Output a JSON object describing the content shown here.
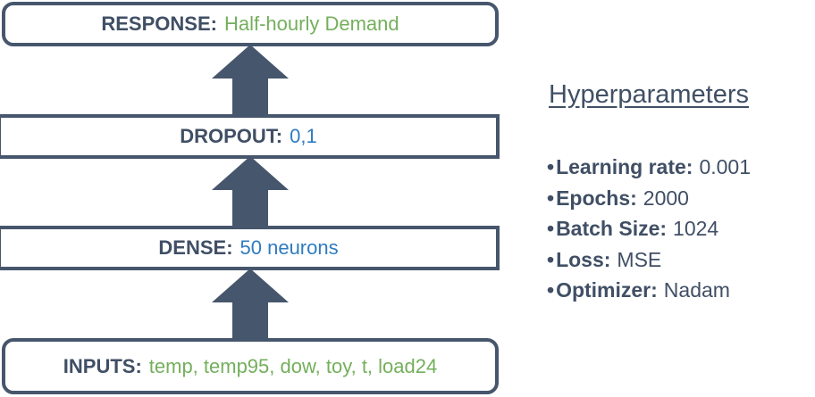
{
  "colors": {
    "dark_text": "#404F65",
    "outline": "#46566C",
    "green": "#74AF5C",
    "blue": "#2F7BBF"
  },
  "diagram": {
    "layers": [
      {
        "label": "RESPONSE:",
        "value": "Half-hourly Demand"
      },
      {
        "label": "DROPOUT:",
        "value": "0,1"
      },
      {
        "label": "DENSE:",
        "value": "50 neurons"
      },
      {
        "label": "INPUTS:",
        "value": "temp, temp95, dow, toy, t, load24"
      }
    ]
  },
  "hyperparameters": {
    "title": "Hyperparameters",
    "bullet": "•",
    "items": [
      {
        "label": "Learning rate:",
        "value": "0.001"
      },
      {
        "label": "Epochs:",
        "value": "2000"
      },
      {
        "label": "Batch Size:",
        "value": "1024"
      },
      {
        "label": "Loss:",
        "value": "MSE"
      },
      {
        "label": "Optimizer:",
        "value": "Nadam"
      }
    ]
  }
}
